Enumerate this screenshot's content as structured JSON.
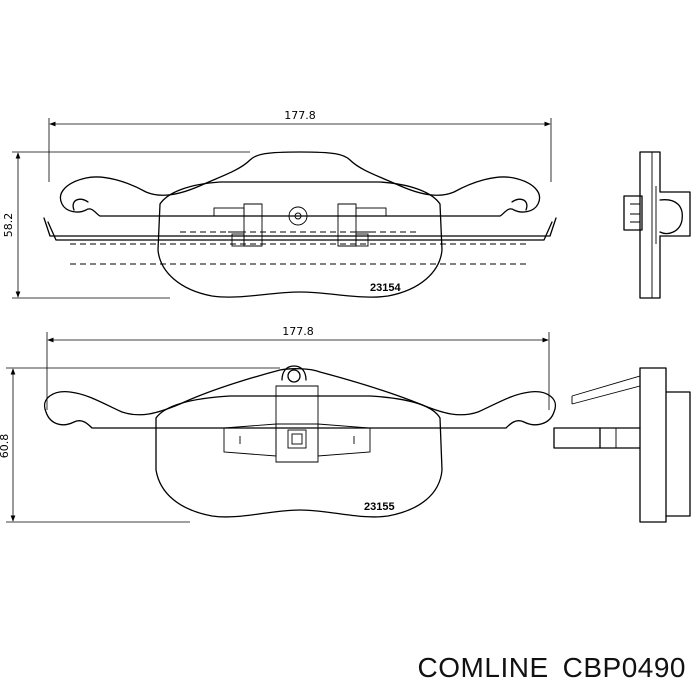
{
  "top_pad": {
    "width_label": "177.8",
    "height_label": "58.2",
    "part_code": "23154"
  },
  "bottom_pad": {
    "width_label": "177.8",
    "height_label": "60.8",
    "part_code": "23155"
  },
  "caption": {
    "brand": "COMLINE",
    "part_number": "CBP0490"
  }
}
